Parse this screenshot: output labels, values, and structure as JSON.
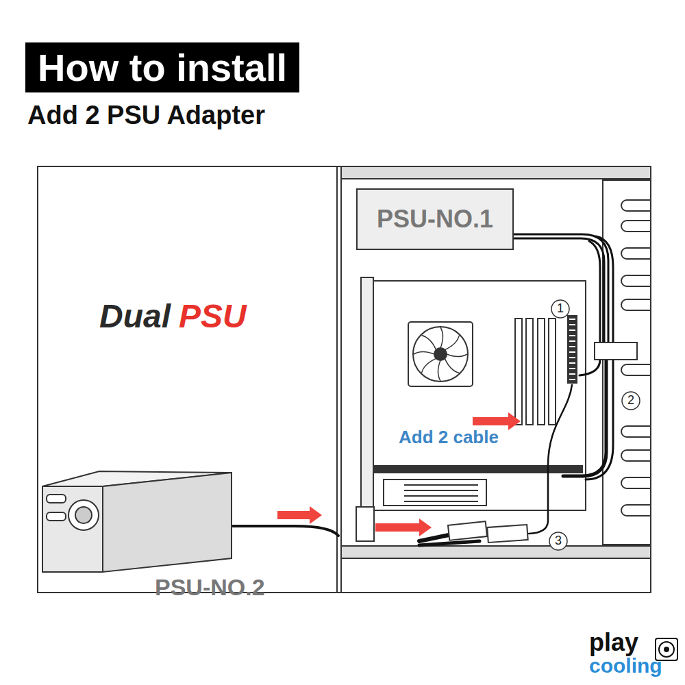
{
  "diagram": {
    "title": "How to install",
    "nodes": [
      {
        "text": [
          "PSU-NO.1"
        ]
      },
      {
        "text": [
          "PSU-NO.2"
        ]
      }
    ],
    "labels": [
      "Add 2 PSU Adapter",
      "Dual",
      "PSU",
      "1",
      "2",
      "3",
      "Add 2 cable",
      "play",
      "cooling"
    ]
  }
}
